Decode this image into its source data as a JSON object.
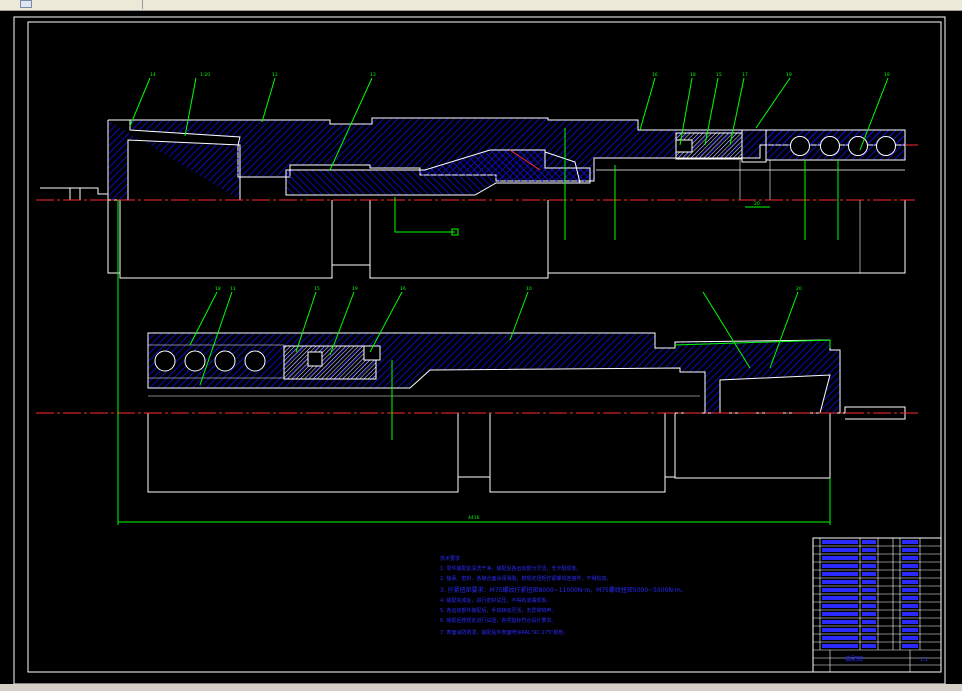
{
  "drawing": {
    "part_labels_top": [
      "14",
      "12",
      "13",
      "16",
      "18",
      "15",
      "17",
      "19",
      "19"
    ],
    "part_labels_bottom": [
      "18",
      "11",
      "15",
      "19",
      "16",
      "10",
      "20"
    ],
    "taper_note_top": "1:20",
    "dim_total": "4416",
    "dim_small": "20"
  },
  "notes": {
    "title": "技术要求",
    "lines": [
      "1. 零件装配前清洗干净，装配后各运动部分灵活，无卡阻现象。",
      "2. 轴承、密封、各接合面涂润滑脂，按规定扭矩拧紧螺纹连接件，不得松动。",
      "3. 拧紧扭矩要求：M75螺纹拧紧扭矩8000~11000N·m，M75螺纹扭矩5000~5500N·m。",
      "4. 装配完成后，进行密封试压，不得有渗漏现象。",
      "5. 各运动部件装配后，手动转动灵活，无异常响声。",
      "6. 装配后按规定进行试验，各项指标符合设计要求。",
      "7. 表面涂防锈漆，装配后外表面喷涂RAL\"9C-175\"颜色。"
    ]
  },
  "title_block": {
    "drawing_title": "装配图",
    "scale": "1:1"
  },
  "colors": {
    "background": "#000000",
    "outline": "#ffffff",
    "hatch": "#0000ff",
    "leader": "#00ff00",
    "centerline": "#ff0000",
    "notes": "#0000ff"
  }
}
